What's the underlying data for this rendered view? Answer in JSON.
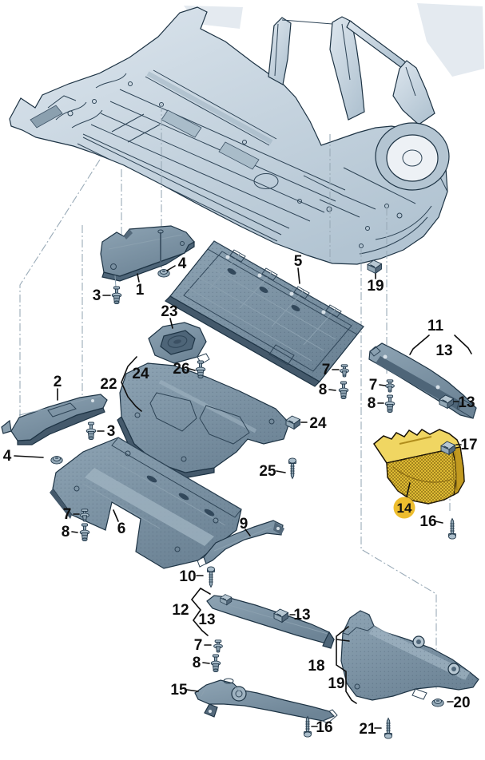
{
  "diagram": {
    "kind": "exploded-parts-diagram",
    "subject": "vehicle body shell with underbody trim and sound-insulation panels",
    "background_color": "#ffffff",
    "body_shell_color": "#c3d1dd",
    "panel_color": "#7b92a3",
    "outline_color": "#1d3344",
    "construction_line_color": "#9aabb8",
    "highlight": {
      "part_number": "14",
      "part_fill": "#e5c136",
      "badge_color": "#edbd2e"
    }
  },
  "callouts": {
    "p1": "1",
    "p2": "2",
    "p5": "5",
    "p6": "6",
    "p9": "9",
    "p10": "10",
    "p11": "11",
    "p12": "12",
    "p14": "14",
    "p15": "15",
    "p18": "18",
    "p19a": "19",
    "p19b": "19",
    "p22": "22",
    "p23": "23",
    "p24a": "24",
    "p24b": "24",
    "p25": "25",
    "p26": "26",
    "f3a": "3",
    "f3b": "3",
    "f4a": "4",
    "f4b": "4",
    "f7a": "7",
    "f7b": "7",
    "f7c": "7",
    "f7d": "7",
    "f8a": "8",
    "f8b": "8",
    "f8c": "8",
    "f8d": "8",
    "f13a": "13",
    "f13b": "13",
    "f13c": "13",
    "f13d": "13",
    "f16a": "16",
    "f16b": "16",
    "f17": "17",
    "f20": "20",
    "f21": "21"
  }
}
